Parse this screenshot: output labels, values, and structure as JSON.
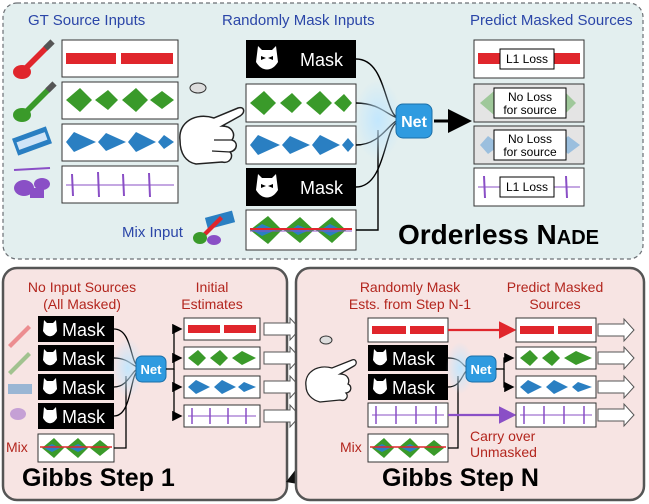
{
  "top": {
    "title_gt": "GT Source Inputs",
    "title_mask": "Randomly Mask Inputs",
    "title_predict": "Predict Masked Sources",
    "mask_label": "Mask",
    "net_label": "Net",
    "l1_loss": "L1 Loss",
    "no_loss_line1": "No Loss",
    "no_loss_line2": "for source",
    "mix_input": "Mix Input",
    "method_name": "Orderless N",
    "method_name_small": "ADE"
  },
  "gibbs1": {
    "no_input_line1": "No Input Sources",
    "no_input_line2": "(All Masked)",
    "initial_line1": "Initial",
    "initial_line2": "Estimates",
    "mask_label": "Mask",
    "net_label": "Net",
    "mix": "Mix",
    "title": "Gibbs Step 1"
  },
  "gibbsN": {
    "random_line1": "Randomly Mask",
    "random_line2": "Ests. from Step N-1",
    "predict_line1": "Predict Masked",
    "predict_line2": "Sources",
    "mask_label": "Mask",
    "net_label": "Net",
    "mix": "Mix",
    "carry_line1": "Carry over",
    "carry_line2": "Unmasked",
    "title": "Gibbs Step N"
  },
  "colors": {
    "guitar": "#e0262c",
    "bass": "#3a9a2a",
    "piano": "#2a7fc2",
    "drums": "#8a4fc6",
    "top_panel": "#e3efef",
    "bottom_panel": "#f7e4e3",
    "net": "#2f9be0"
  },
  "icons": [
    "electric-guitar-icon",
    "bass-guitar-icon",
    "keyboard-icon",
    "drum-kit-icon",
    "hand-coin-icon",
    "mask-icon",
    "cursor-arrow-icon"
  ]
}
